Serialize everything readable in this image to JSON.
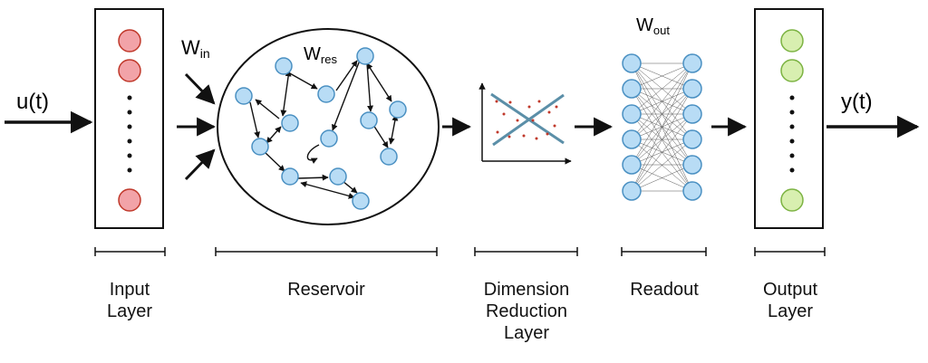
{
  "signals": {
    "input": "u(t)",
    "output": "y(t)"
  },
  "weights": {
    "input": {
      "main": "W",
      "sub": "in"
    },
    "reservoir": {
      "main": "W",
      "sub": "res"
    },
    "output": {
      "main": "W",
      "sub": "out"
    }
  },
  "stages": [
    {
      "id": "input-layer",
      "label": "Input\nLayer"
    },
    {
      "id": "reservoir",
      "label": "Reservoir"
    },
    {
      "id": "dimension-reduction-layer",
      "label": "Dimension\nReduction\nLayer"
    },
    {
      "id": "readout",
      "label": "Readout"
    },
    {
      "id": "output-layer",
      "label": "Output\nLayer"
    }
  ],
  "colors": {
    "input_node_fill": "#f2a3a8",
    "input_node_stroke": "#c0392b",
    "reservoir_node_fill": "#b8dcf5",
    "reservoir_node_stroke": "#4a90c2",
    "output_node_fill": "#d8efb0",
    "output_node_stroke": "#7cb342",
    "reduction_line": "#5b8fa8",
    "scatter_dots": "#c0392b"
  }
}
